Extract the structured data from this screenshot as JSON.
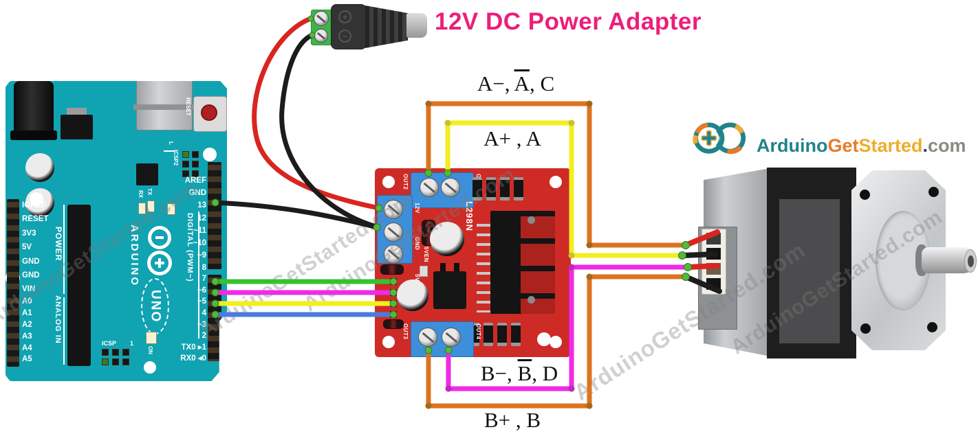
{
  "title": "12V DC Power Adapter",
  "watermark": "ArduinoGetStarted.com",
  "logo": {
    "part1": "Arduino",
    "part2": "Get",
    "part3": "Started",
    "part4": ".",
    "part5": "com"
  },
  "power_adapter": {
    "plus": "+",
    "minus": "−"
  },
  "arduino": {
    "brand": "ARDUINO",
    "model": "UNO",
    "reset_label": "RESET",
    "icsp2_label": "ICSP2",
    "icsp_label": "ICSP",
    "icsp_pin1": "1",
    "on_label": "ON",
    "l_label": "L",
    "tx_label": "TX",
    "rx_label": "RX",
    "power_section": "POWER",
    "analog_section": "ANALOG IN",
    "digital_section": "DIGITAL (PWM~)",
    "left_pins_power": [
      "IOREF",
      "RESET",
      "3V3",
      "5V",
      "GND",
      "GND",
      "VIN"
    ],
    "left_pins_analog": [
      "A0",
      "A1",
      "A2",
      "A3",
      "A4",
      "A5"
    ],
    "right_pins_top": [
      "AREF",
      "GND",
      "13",
      "12",
      "~11",
      "~10",
      "~9",
      "8"
    ],
    "right_pins_bottom": [
      "7",
      "~6",
      "~5",
      "4",
      "~3",
      "2",
      "TX0 ▸1",
      "RX0 ◂0"
    ]
  },
  "driver": {
    "chip_label": "L298N",
    "out1": "OUT1",
    "out2": "OUT2",
    "out3": "OUT3",
    "out4": "OUT4",
    "power_terminal": [
      "12V",
      "GND",
      "5V"
    ],
    "jumper_label": "5VEN"
  },
  "wire_labels": {
    "a_minus": {
      "prefix": "A−, ",
      "bar": "A",
      "suffix": ", C"
    },
    "a_plus": {
      "text": "A+ , A"
    },
    "b_minus": {
      "prefix": "B−, ",
      "bar": "B",
      "suffix": ", D"
    },
    "b_plus": {
      "text": "B+ , B"
    }
  },
  "colors": {
    "board_teal": "#10A3B2",
    "driver_red": "#CE2B26",
    "terminal_blue": "#3E8FD9",
    "terminal_green": "#3DB449",
    "wire_orange": "#DB7420",
    "wire_yellow": "#F2EE1F",
    "wire_magenta": "#F02AE6",
    "wire_green": "#34C330",
    "wire_blue": "#4C7BDF",
    "wire_red": "#D92520",
    "wire_black": "#1C1C1C",
    "dot_green": "#55B83C",
    "title_pink": "#EC1E79",
    "logo_teal": "#20838C",
    "logo_orange": "#E87A28",
    "logo_yellow": "#EFAC2C",
    "logo_navy": "#2B3A8C",
    "logo_gray": "#8D8A80"
  }
}
